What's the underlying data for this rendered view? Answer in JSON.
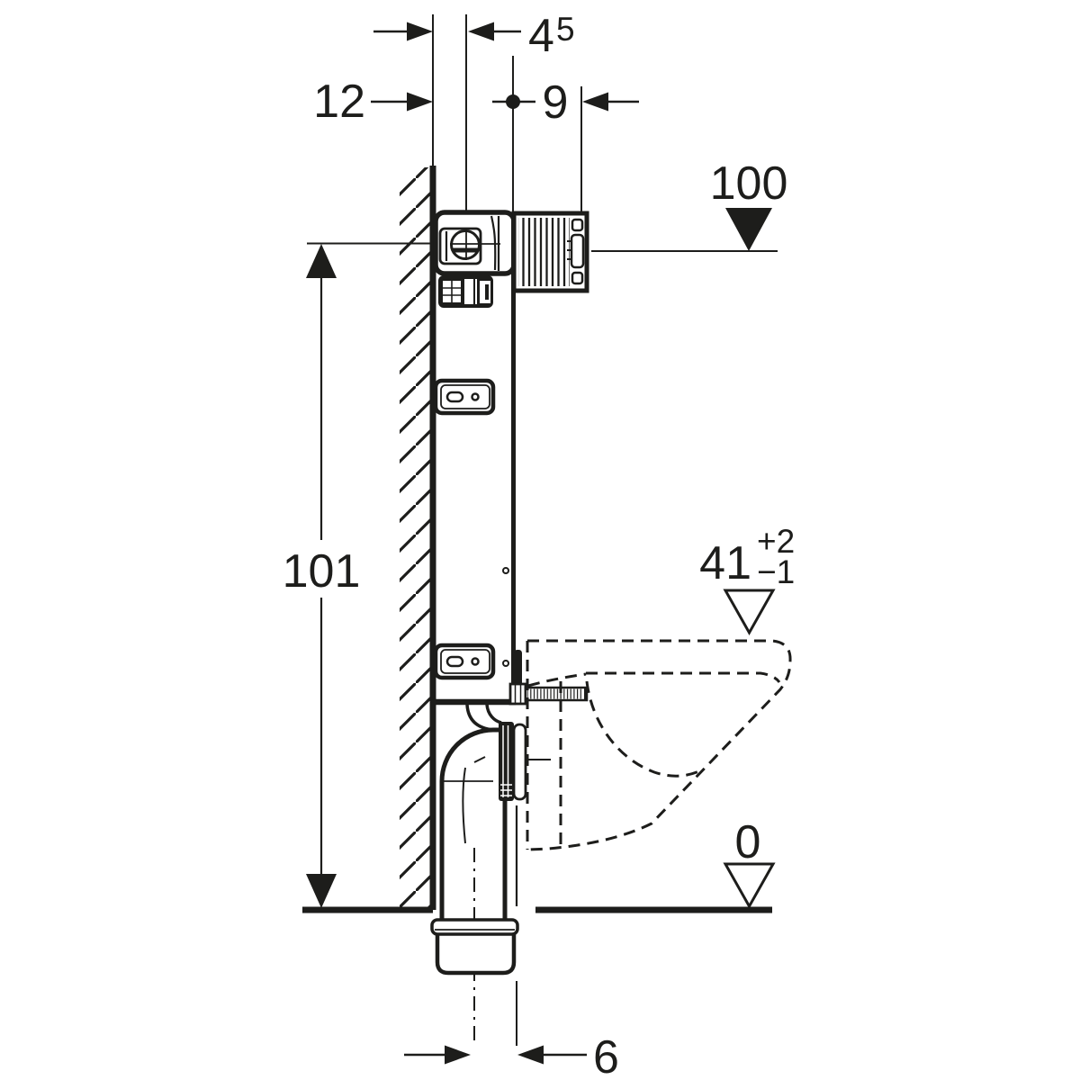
{
  "diagram": {
    "title": "wall-hung-wc-frame-installation-side-section",
    "line_color": "#1d1d1b",
    "background": "#ffffff"
  },
  "dimensions": {
    "wall_to_valve_offset": {
      "value": "4",
      "sup": "5"
    },
    "frame_depth": {
      "value": "12"
    },
    "protection_box_offset": {
      "value": "9"
    },
    "top_level": {
      "value": "100"
    },
    "frame_height": {
      "value": "101"
    },
    "bowl_height": {
      "value": "41",
      "tol_plus": "+2",
      "tol_minus": "−1"
    },
    "floor_level": {
      "value": "0"
    },
    "drain_offset": {
      "value": "6"
    }
  }
}
